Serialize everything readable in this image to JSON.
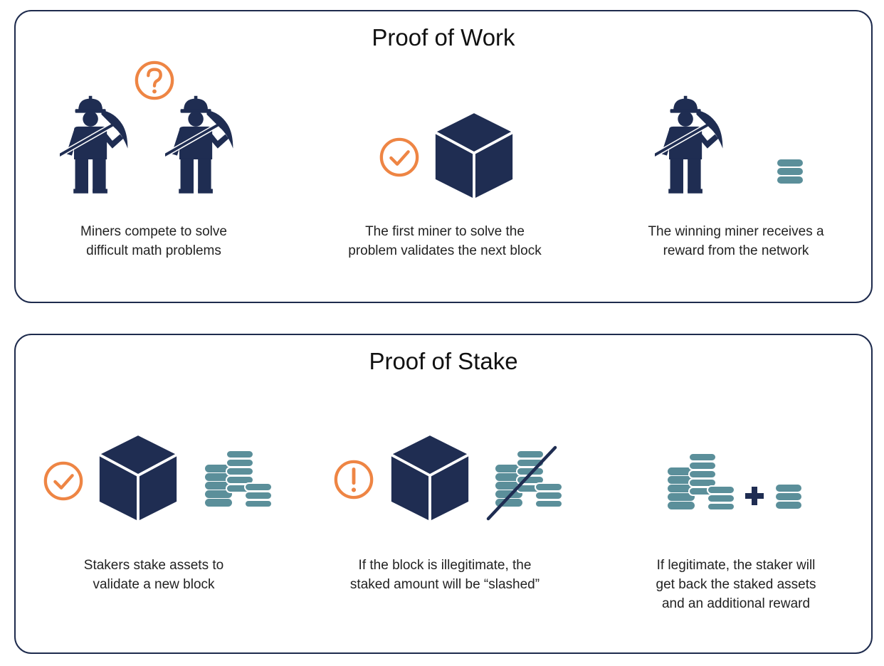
{
  "colors": {
    "navy": "#1f2d52",
    "orange": "#ee8544",
    "teal": "#5b8f9a",
    "border": "#1e2b4d"
  },
  "proof_of_work": {
    "title": "Proof of Work",
    "steps": [
      {
        "icons": [
          "miner-icon",
          "question-mark-icon",
          "miner-icon"
        ],
        "caption": [
          "Miners compete to solve",
          "difficult math problems"
        ]
      },
      {
        "icons": [
          "checkmark-icon",
          "block-cube-icon"
        ],
        "caption": [
          "The first miner to solve the",
          "problem validates the next block"
        ]
      },
      {
        "icons": [
          "miner-icon",
          "coin-icon"
        ],
        "caption": [
          "The winning miner receives a",
          "reward from the network"
        ]
      }
    ]
  },
  "proof_of_stake": {
    "title": "Proof of Stake",
    "steps": [
      {
        "icons": [
          "checkmark-icon",
          "block-cube-icon",
          "coin-stacks-icon"
        ],
        "caption": [
          "Stakers stake assets to",
          "validate a new block"
        ]
      },
      {
        "icons": [
          "exclamation-icon",
          "block-cube-icon",
          "slashed-coin-stacks-icon"
        ],
        "caption": [
          "If the block is illegitimate, the",
          "staked amount will be “slashed”"
        ]
      },
      {
        "icons": [
          "coin-stacks-icon",
          "plus-icon",
          "coin-icon"
        ],
        "caption": [
          "If legitimate, the staker will",
          "get back the staked assets",
          "and an additional reward"
        ]
      }
    ]
  }
}
